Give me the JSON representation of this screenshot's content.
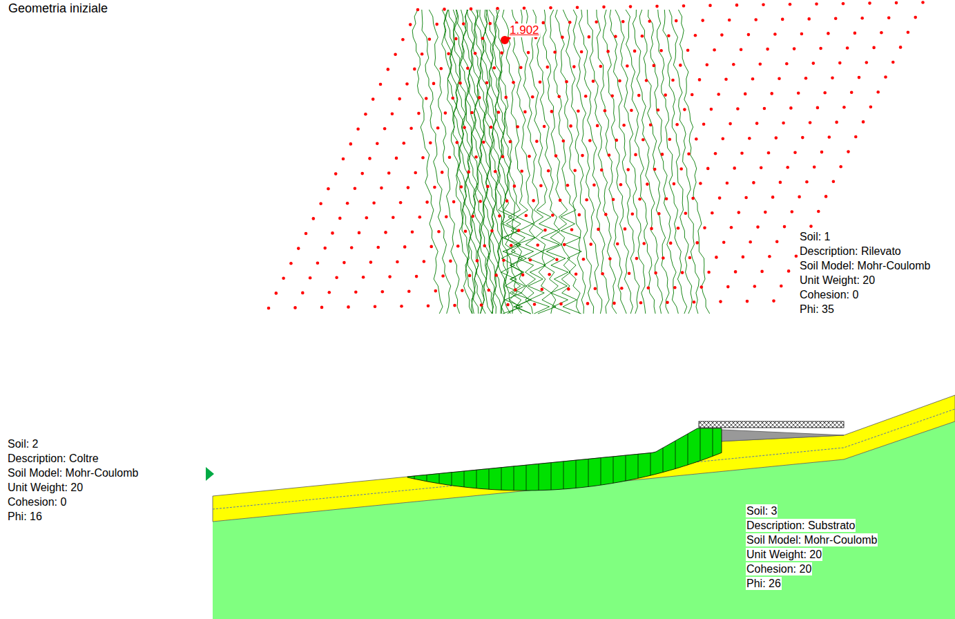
{
  "diagram": {
    "title": "Geometria iniziale",
    "labels": [
      "1.902",
      "Soil: 1",
      "Description: Rilevato",
      "Soil Model: Mohr-Coulomb",
      "Unit Weight: 20",
      "Cohesion: 0",
      "Phi: 35",
      "Soil: 2",
      "Description: Coltre",
      "Soil Model: Mohr-Coulomb",
      "Unit Weight: 20",
      "Cohesion: 0",
      "Phi: 16",
      "Soil: 3",
      "Description: Substrato",
      "Soil Model: Mohr-Coulomb",
      "Unit Weight: 20",
      "Cohesion: 20",
      "Phi: 26"
    ]
  }
}
